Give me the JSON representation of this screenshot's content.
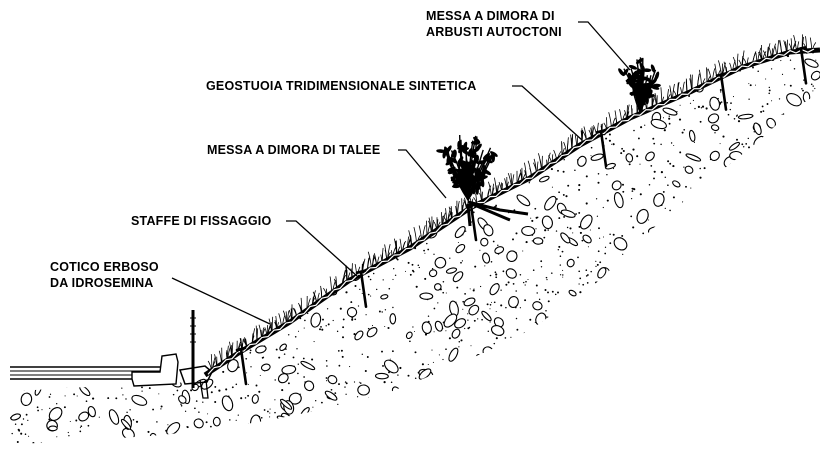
{
  "colors": {
    "ink": "#000000",
    "paper": "#ffffff"
  },
  "labels": {
    "shrubs_line1": "MESSA A DIMORA DI",
    "shrubs_line2": "ARBUSTI AUTOCTONI",
    "geomat": "GEOSTUOIA TRIDIMENSIONALE SINTETICA",
    "cuttings": "MESSA A DIMORA DI TALEE",
    "stakes": "STAFFE DI FISSAGGIO",
    "turf_line1": "COTICO ERBOSO",
    "turf_line2": "DA IDROSEMINA"
  },
  "icons": [
    "shrub-icon",
    "cutting-bush-icon",
    "stake-icon",
    "grass-tuft-icon",
    "pebble-icon",
    "guardrail-post-icon"
  ]
}
